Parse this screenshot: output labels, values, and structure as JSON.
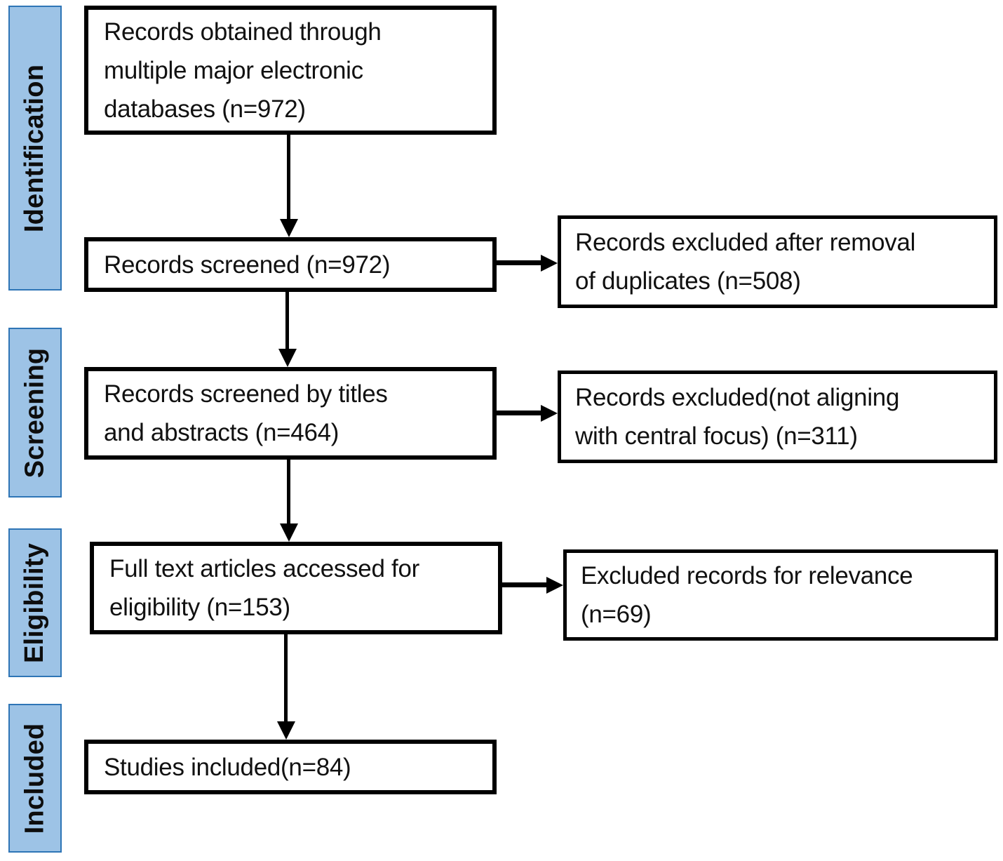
{
  "stages": [
    {
      "label": "Identification"
    },
    {
      "label": "Screening"
    },
    {
      "label": "Eligibility"
    },
    {
      "label": "Included"
    }
  ],
  "flow_boxes": {
    "records_obtained": {
      "lines": [
        "Records obtained through",
        "multiple major electronic",
        "databases (n=972)"
      ],
      "count": 972
    },
    "records_screened": {
      "lines": [
        "Records screened (n=972)"
      ],
      "count": 972
    },
    "records_screened_titles": {
      "lines": [
        "Records screened by titles",
        "and abstracts (n=464)"
      ],
      "count": 464
    },
    "full_text_eligibility": {
      "lines": [
        "Full text articles accessed for",
        "eligibility (n=153)"
      ],
      "count": 153
    },
    "studies_included": {
      "lines": [
        "Studies included(n=84)"
      ],
      "count": 84
    }
  },
  "exclusion_boxes": {
    "duplicates": {
      "lines": [
        "Records excluded after removal",
        "of duplicates (n=508)"
      ],
      "count": 508
    },
    "not_aligning": {
      "lines": [
        "Records excluded(not aligning",
        "with central focus) (n=311)"
      ],
      "count": 311
    },
    "relevance": {
      "lines": [
        "Excluded records for relevance",
        "(n=69)"
      ],
      "count": 69
    }
  },
  "colors": {
    "stage_fill": "#9DC3E6",
    "stage_border": "#2E75B6",
    "box_border": "#000000",
    "text": "#111111"
  }
}
